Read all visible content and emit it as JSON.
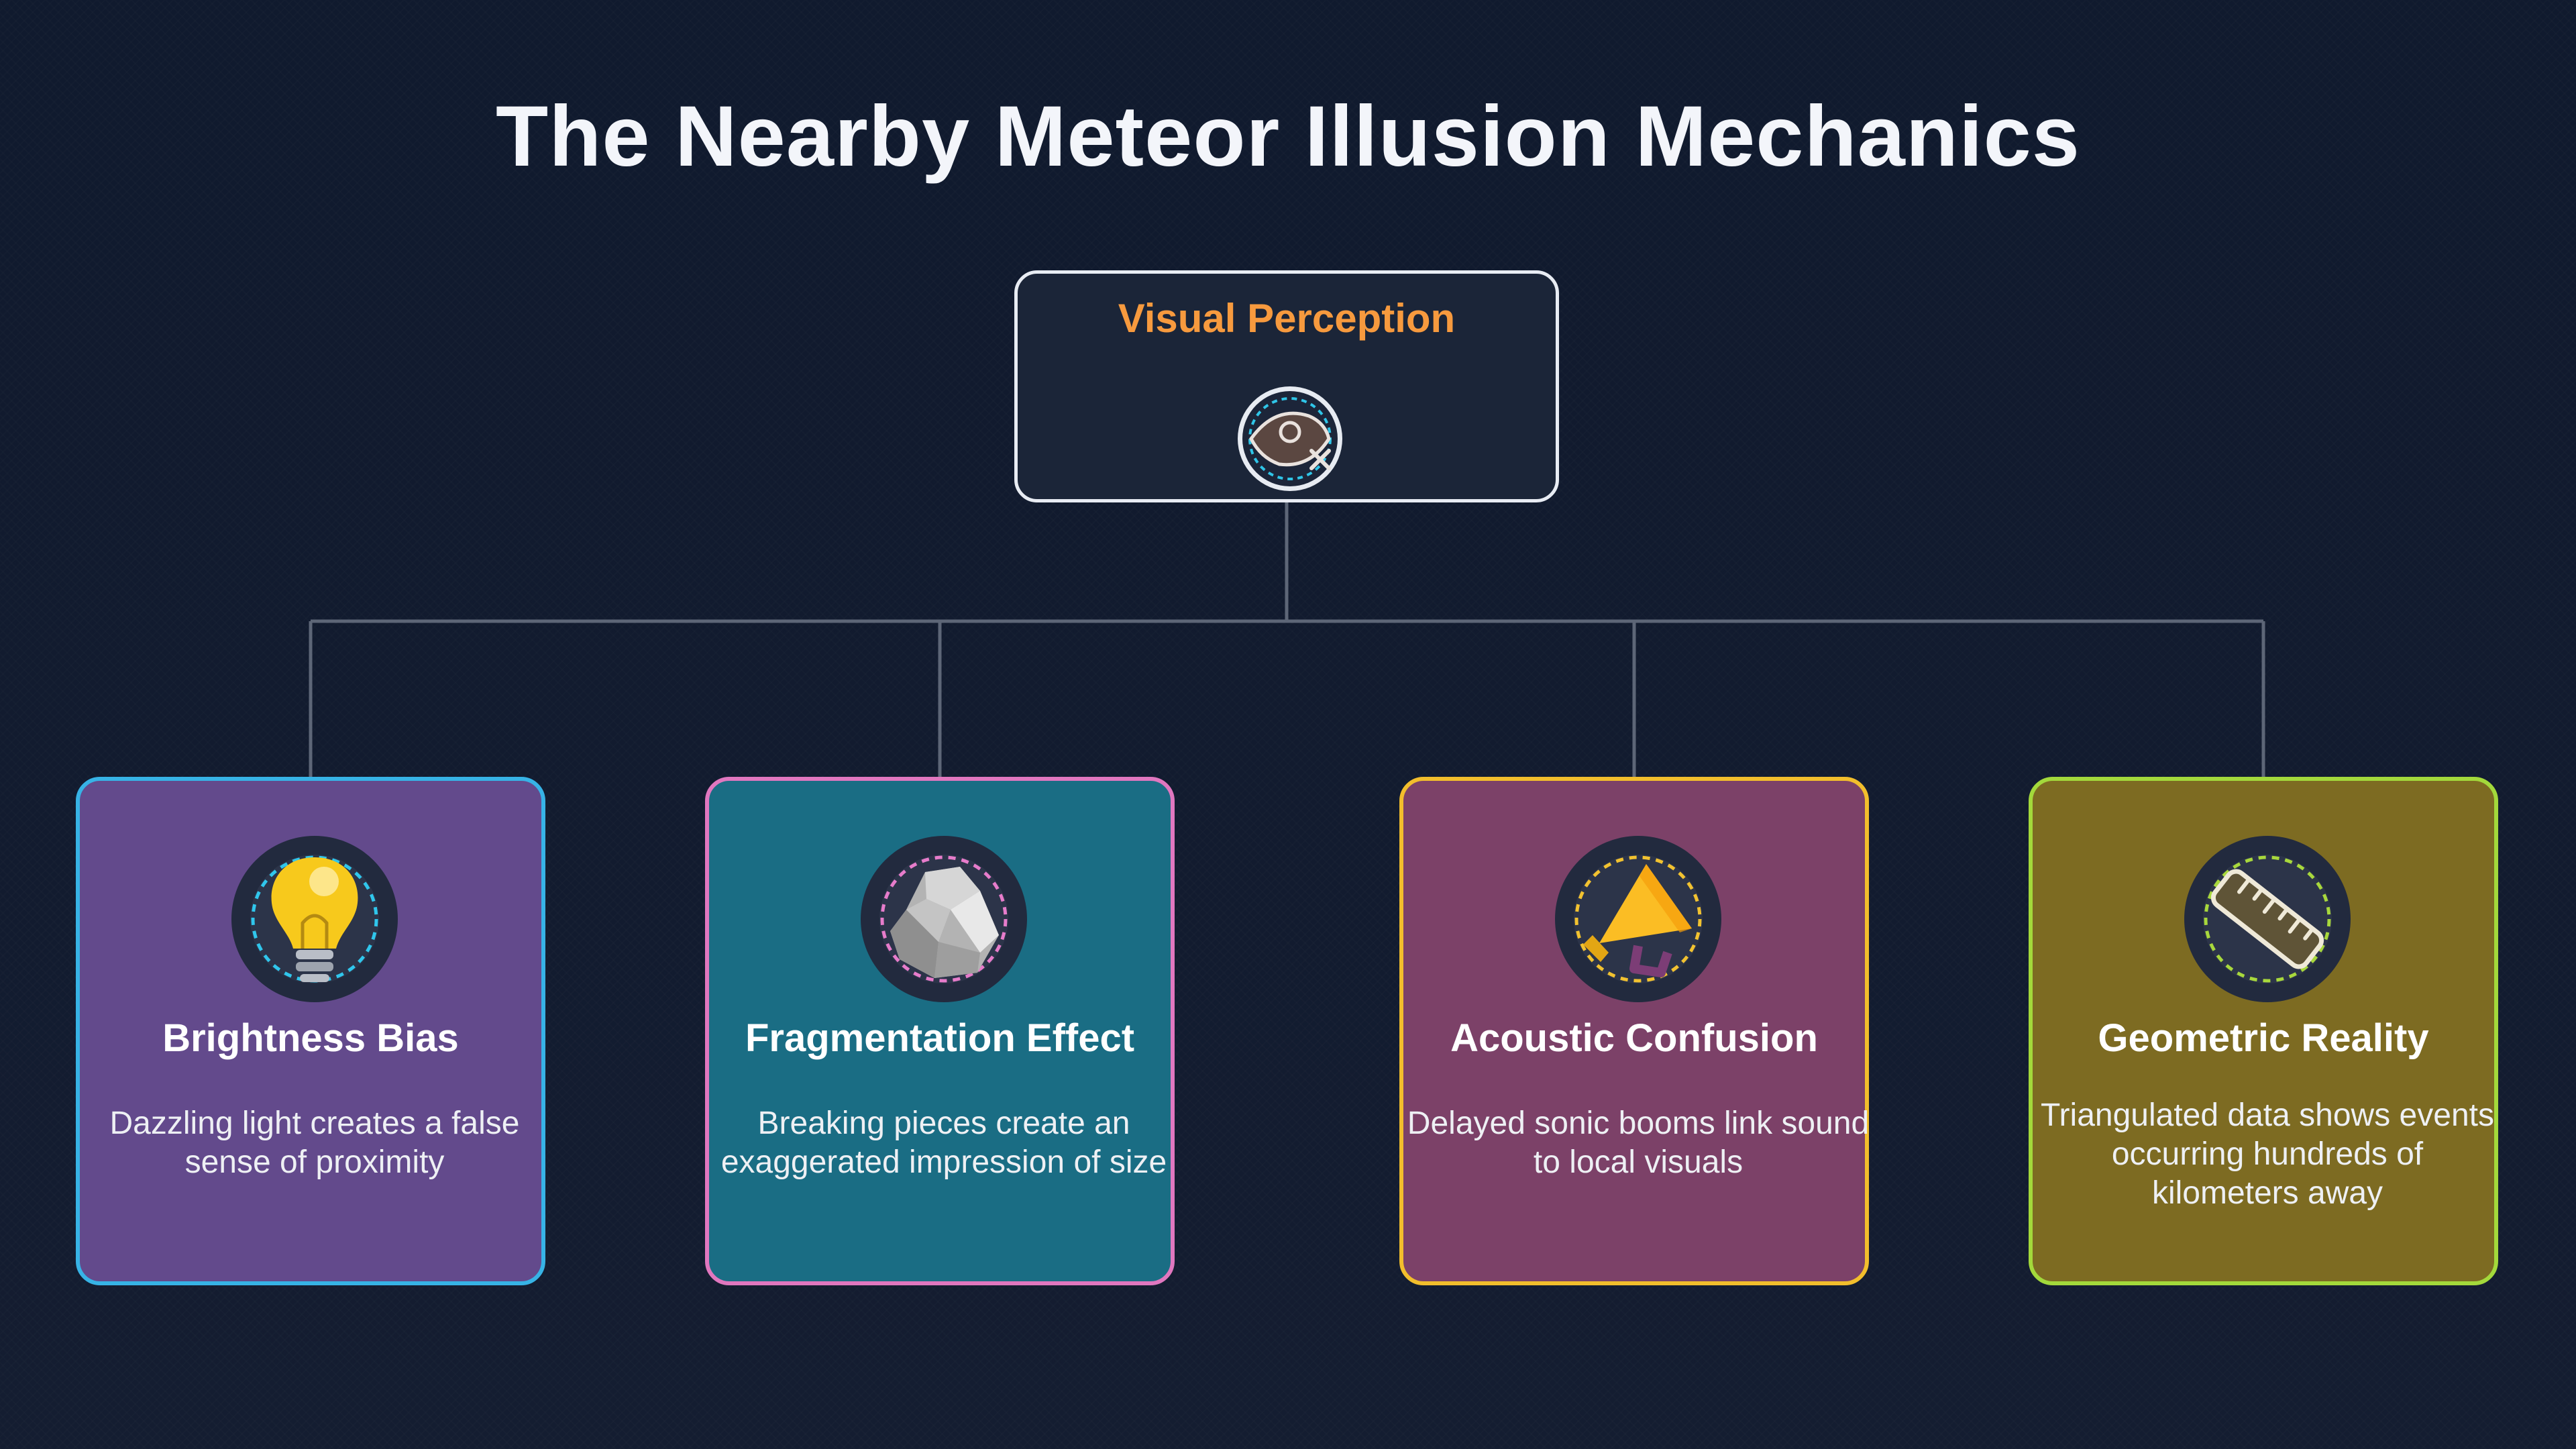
{
  "title": "The Nearby Meteor Illusion Mechanics",
  "root": {
    "label": "Visual Perception",
    "icon": "eye-crossed-icon",
    "color": "#f79a3e"
  },
  "nodes": [
    {
      "title": "Brightness Bias",
      "desc_lines": [
        "Dazzling light creates a false",
        "sense of proximity"
      ],
      "icon": "lightbulb-icon",
      "fill": "#634a8c",
      "border": "#37b3e6"
    },
    {
      "title": "Fragmentation Effect",
      "desc_lines": [
        "Breaking pieces create an",
        "exaggerated impression of size"
      ],
      "icon": "rock-icon",
      "fill": "#1a6d84",
      "border": "#e077bf"
    },
    {
      "title": "Acoustic Confusion",
      "desc_lines": [
        "Delayed sonic booms link sound",
        "to local visuals"
      ],
      "icon": "megaphone-icon",
      "fill": "#7c4168",
      "border": "#f2be2c"
    },
    {
      "title": "Geometric Reality",
      "desc_lines": [
        "Triangulated data shows events",
        "occurring hundreds of",
        "kilometers away"
      ],
      "icon": "ruler-icon",
      "fill": "#7d6b22",
      "border": "#a3d93b"
    }
  ],
  "connector_color": "#5d6677"
}
